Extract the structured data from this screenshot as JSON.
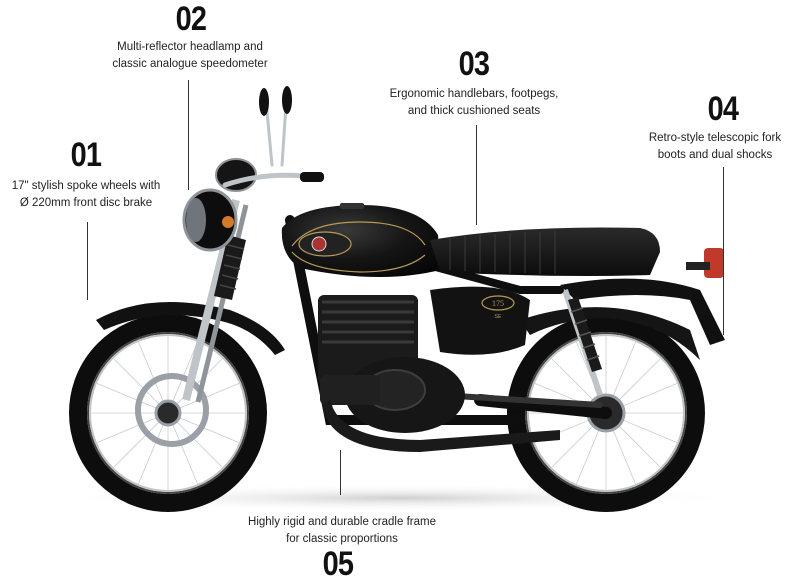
{
  "features": [
    {
      "number": "01",
      "line1": "17\" stylish spoke wheels with",
      "line2": "Ø 220mm front disc brake"
    },
    {
      "number": "02",
      "line1": "Multi-reflector headlamp and",
      "line2": "classic analogue speedometer"
    },
    {
      "number": "03",
      "line1": "Ergonomic handlebars, footpegs,",
      "line2": "and thick cushioned seats"
    },
    {
      "number": "04",
      "line1": "Retro-style telescopic fork",
      "line2": "boots and dual shocks"
    },
    {
      "number": "05",
      "line1": "Highly rigid and durable cradle frame",
      "line2": "for classic proportions"
    }
  ],
  "badge": {
    "tank_text": "175",
    "tank_sub": "SE"
  },
  "colors": {
    "body": "#111111",
    "gold": "#b79a56",
    "chrome": "#bfc4c8",
    "tail_light": "#c0392b"
  }
}
